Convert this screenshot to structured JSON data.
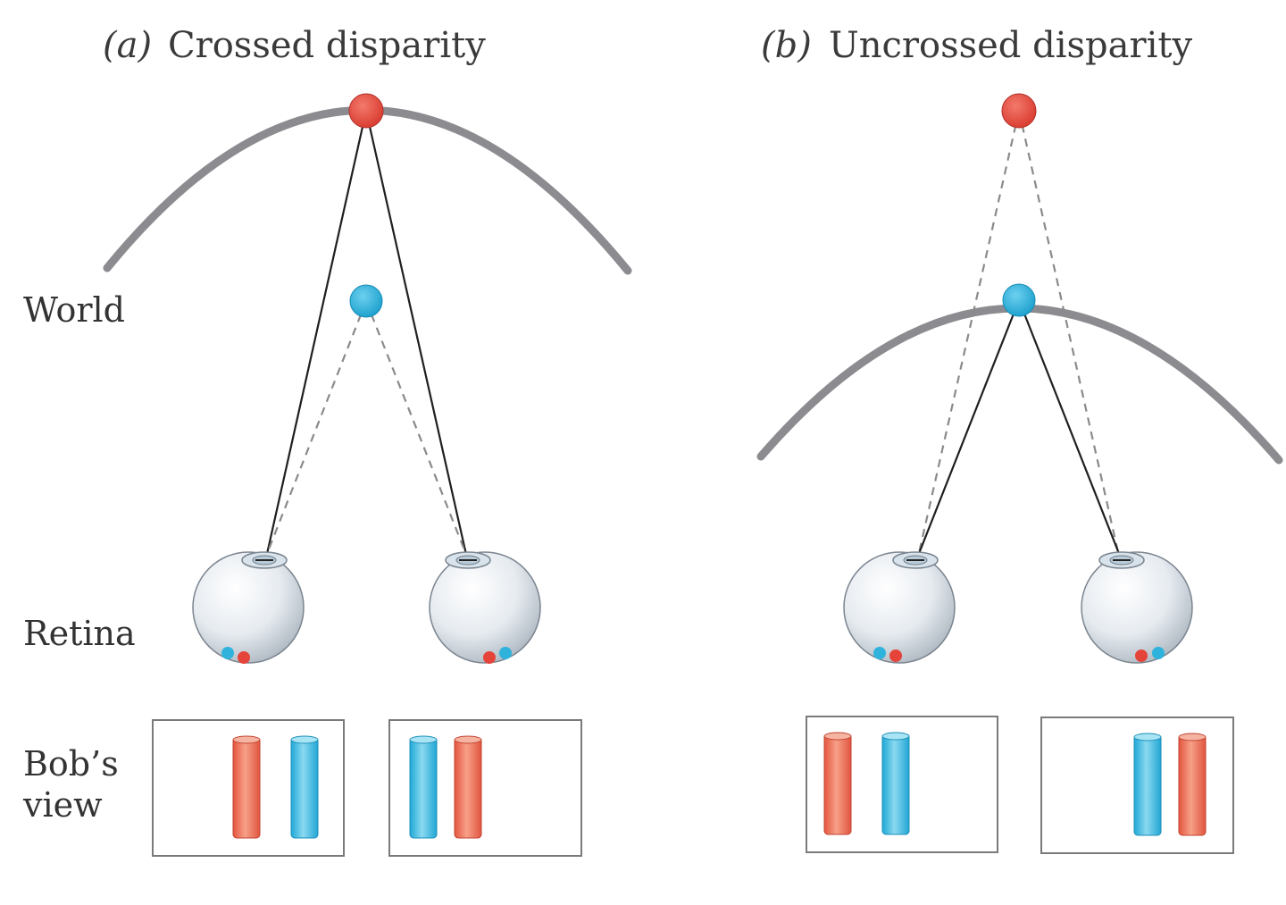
{
  "panel_a": {
    "letter": "(a)",
    "title": "Crossed disparity"
  },
  "panel_b": {
    "letter": "(b)",
    "title": "Uncrossed disparity"
  },
  "row_labels": {
    "world": "World",
    "retina": "Retina",
    "bobs_view_line1": "Bob’s",
    "bobs_view_line2": "view"
  },
  "colors": {
    "red": "#e5443a",
    "blue": "#2fb3dc",
    "horopter": "#8c8c90",
    "bar_red": "#f07a5e",
    "bar_blue": "#44bfe3"
  }
}
